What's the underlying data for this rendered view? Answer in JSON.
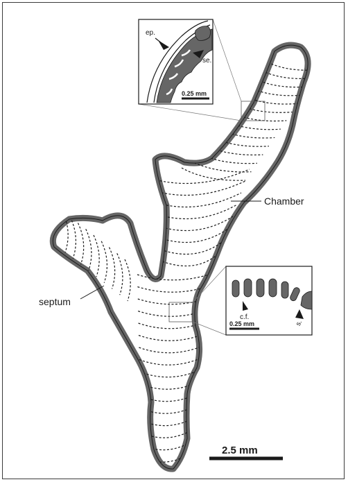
{
  "labels": {
    "chamber": "Chamber",
    "septum": "septum"
  },
  "inset_top": {
    "label_ep": "ep.",
    "label_se": "se.",
    "scale_text": "0.25 mm"
  },
  "inset_bottom": {
    "label_cf": "c.f.",
    "label_s": "s.",
    "scale_text": "0.25 mm"
  },
  "scale_bar": {
    "text": "2.5 mm"
  },
  "colors": {
    "wall": "#666666",
    "wall_stroke": "#1a1a1a",
    "septa": "#1a1a1a"
  }
}
